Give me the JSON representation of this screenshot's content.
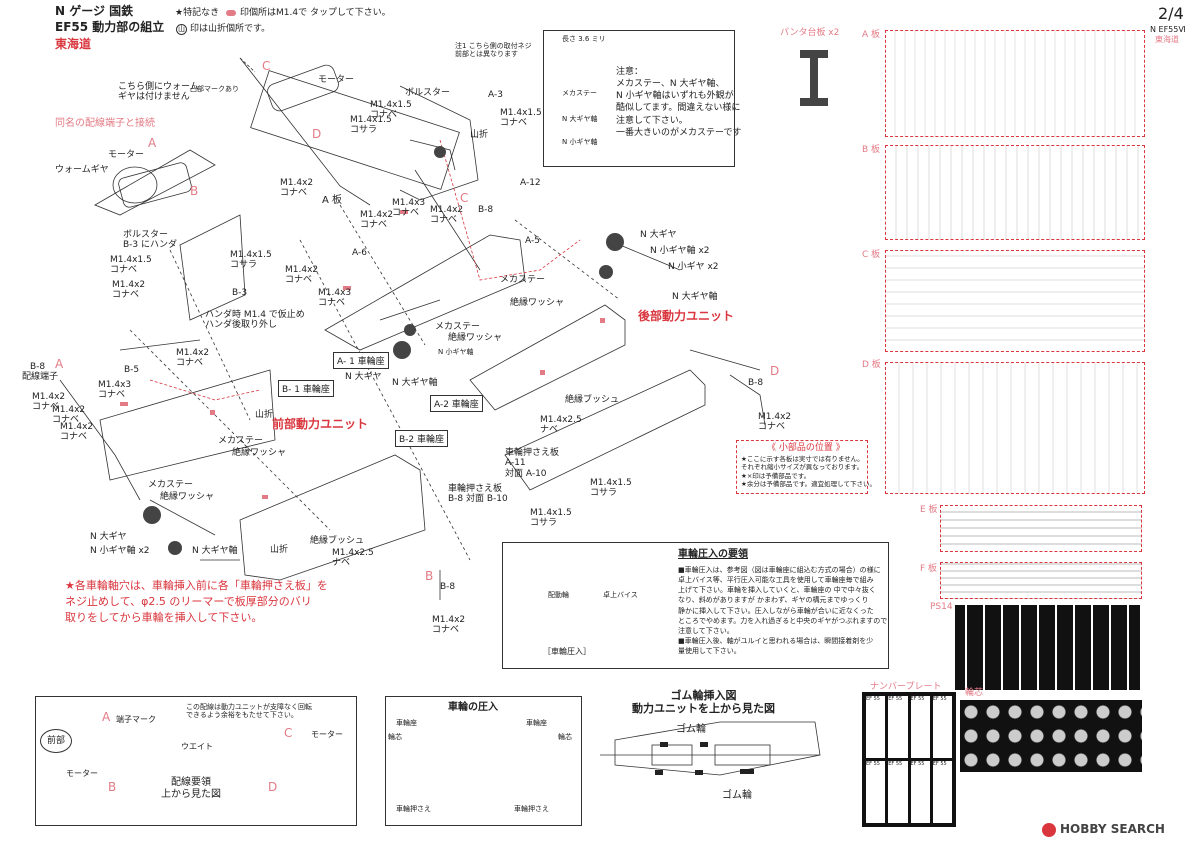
{
  "header": {
    "line1": "N ゲージ 国鉄",
    "line2": "EF55 動力部の組立",
    "line3": "東海道",
    "note_a": "★特記なき",
    "note_b": "印個所はM1.4で タップして下さい。",
    "note_c": "印は山折個所です。",
    "page": "2/4",
    "model": "N EF55Ⅵ",
    "model_sub": "東海道"
  },
  "top_notes": {
    "worm_note": "こちら側にウォーム\nギヤは付けません",
    "mark_note": "凸部マークあり",
    "same_terminal": "同名の配線端子と接続",
    "motor": "モーター",
    "worm_gear": "ウォームギヤ",
    "fix_note": "注1 こちら側の取付ネジ\n前部とは異なります",
    "screw_len": "長さ 3.6 ミリ",
    "caution": "注意：\nメカステー、N 大ギヤ軸、\nN 小ギヤ軸はいずれも外観が\n酷似してます。間違えない様に\n注意して下さい。\n一番大きいのがメカステーです",
    "mechastay": "メカステー",
    "n_large_axle": "N 大ギヤ軸",
    "n_small_axle": "N 小ギヤ軸",
    "panta_plate": "パンタ台板 x2"
  },
  "labels": {
    "bolster": "ボルスター",
    "bolster_b3": "ボルスター\nB-3 にハンダ",
    "m14x15_konabe": "M1.4x1.5\nコナベ",
    "m14x2_konabe": "M1.4x2\nコナベ",
    "m14x15_kosara": "M1.4x1.5\nコサラ",
    "m14x3_konabe": "M1.4x3\nコナベ",
    "m14x25_nabe": "M1.4x2.5\nナベ",
    "solder_note": "ハンダ時 M1.4 で仮止め\nハンダ後取り外し",
    "wiring_terminal": "配線端子",
    "mountain_fold": "山折",
    "a_plate": "A 板",
    "rear_unit": "後部動力ユニット",
    "front_unit": "前部動力ユニット",
    "insul_washer": "絶縁ワッシャ",
    "insul_bush": "絶縁ブッシュ",
    "n_large_gear": "N 大ギヤ",
    "n_small_gear_x2": "N 小ギヤ軸 x2",
    "n_small_gear": "N 小ギヤ x2",
    "n_large_axle": "N 大ギヤ軸",
    "wheel_retainer": "車輪押さえ板\nA-11\n対面 A-10",
    "wheel_retainer_b": "車輪押さえ板\nB-8 対面 B-10",
    "small_parts_title": "《 小部品の位置 》",
    "small_parts_text": "★ここに示す各板は実寸では有りません。\nそれぞれ縮小サイズが異なっております。\n★×印は予備部品です。\n★余分は予備部品です。適宜処理して下さい。",
    "wheel_hole_note": "★各車輪軸穴は、車輪挿入前に各「車輪押さえ板」を\nネジ止めして、φ2.5 のリーマーで板厚部分のバリ\n取りをしてから車輪を挿入して下さい。"
  },
  "seats": {
    "a1": "A- 1\n車輪座",
    "a2": "A-2\n車輪座",
    "b1": "B- 1\n車輪座",
    "b2": "B-2\n車輪座"
  },
  "press": {
    "title": "車輪圧入の要領",
    "text": "■車輪圧入は、参考図（図は車輪座に組込む方式の場合）の様に\n卓上バイス等、平行圧入可能な工具を使用して車輪座毎で組み\n上げて下さい。車輪を挿入していくと、車輪座の 中で中々抜く\nなり、斜めがありますが かまわず、ギヤの構元までゆっくり\n静かに挿入して下さい。圧入しながら車輪が合いに近なくった\nところでやめます。力を入れ過ぎると中央のギヤがつぶれますので\n注意して下さい。\n■車輪圧入後、軸がユルイと思われる場合は、瞬間接着剤を少\n量使用して下さい。",
    "vise": "卓上バイス",
    "caption": "［車輪圧入］",
    "label_left": "配動輪"
  },
  "bottom": {
    "wiring_note": "この配線は動力ユニットが支障なく回転\nできるよう余裕をもたせて下さい。",
    "terminal_mark": "端子マーク",
    "front": "前部",
    "weight": "ウエイト",
    "motor": "モーター",
    "motor2": "モーター",
    "wiring_title": "配線要領\n上から見た図",
    "press_title": "車輪の圧入",
    "wheel_seat": "車輪座",
    "wheel_core": "輪芯",
    "wheel_retainer": "車輪押さえ",
    "rubber_title": "ゴム輪挿入図\n動力ユニットを上から見た図",
    "rubber_tire": "ゴム輪",
    "rubber_tire2": "ゴム輪",
    "number_plate": "ナンバープレート",
    "wheel_center": "輪芯",
    "np_text": "EF 55",
    "watermark": "HOBBY SEARCH"
  },
  "letters": {
    "a": "A",
    "b": "B",
    "c": "C",
    "d": "D"
  },
  "sheets": {
    "a": "A 板",
    "b": "B 板",
    "c": "C 板",
    "d": "D 板",
    "e": "E 板",
    "f": "F 板",
    "ps14": "PS14"
  },
  "parts": {
    "a3": "A-3",
    "a5": "A-5",
    "a6": "A-6",
    "a12": "A-12",
    "b3": "B-3",
    "b5": "B-5",
    "b8": "B-8"
  }
}
